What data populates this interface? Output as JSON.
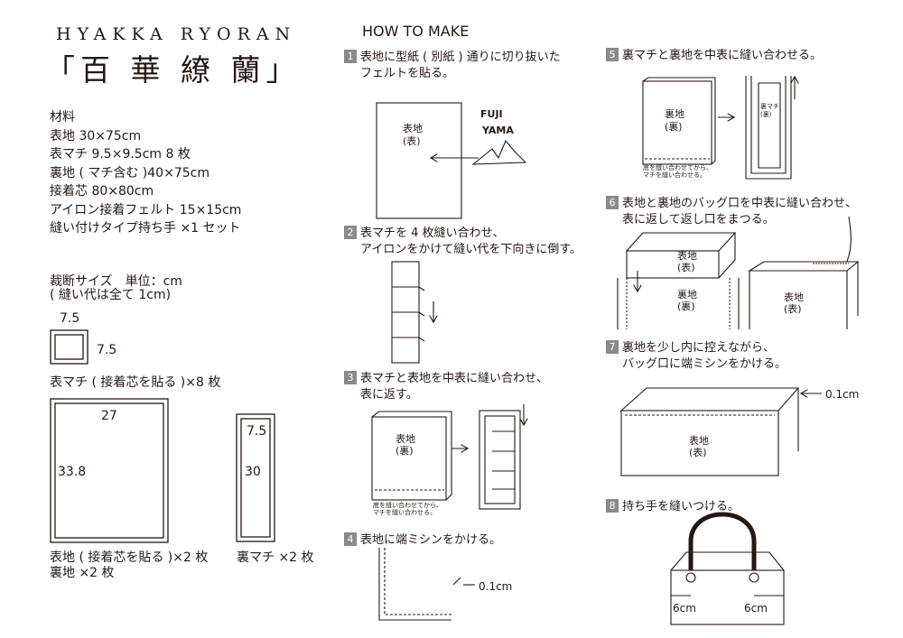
{
  "brand": "HYAKKA RYORAN",
  "title": "「百 華 繚 蘭」",
  "materials": {
    "heading": "材料",
    "items": [
      "表地 30×75cm",
      "表マチ 9.5×9.5cm 8 枚",
      "裏地 ( マチ含む )40×75cm",
      "接着芯 80×80cm",
      "アイロン接着フェルト 15×15cm",
      "縫い付けタイプ持ち手 ×1 セット"
    ]
  },
  "cutting": {
    "heading": "裁断サイズ　単位：cm",
    "note": "( 縫い代は全て 1cm)",
    "small_top": "7.5",
    "small_side": "7.5",
    "small_caption": "表マチ ( 接着芯を貼る )×8 枚",
    "large_width": "27",
    "large_height": "33.8",
    "large_caption_1": "表地 ( 接着芯を貼る )×2 枚",
    "large_caption_2": "裏地 ×2 枚",
    "strip_top": "7.5",
    "strip_height": "30",
    "strip_caption": "裏マチ ×2 枚"
  },
  "howto": "HOW TO MAKE",
  "steps": [
    {
      "num": "1",
      "line1": "表地に型紙 ( 別紙 ) 通りに切り抜いた",
      "line2": "フェルトを貼る。"
    },
    {
      "num": "2",
      "line1": "表マチを 4 枚縫い合わせ、",
      "line2": "アイロンをかけて縫い代を下向きに倒す。"
    },
    {
      "num": "3",
      "line1": "表マチと表地を中表に縫い合わせ、",
      "line2": "表に返す。"
    },
    {
      "num": "4",
      "line1": "表地に端ミシンをかける。",
      "line2": ""
    },
    {
      "num": "5",
      "line1": "裏マチと裏地を中表に縫い合わせる。",
      "line2": ""
    },
    {
      "num": "6",
      "line1": "表地と裏地のバッグ口を中表に縫い合わせ、",
      "line2": "表に返して返し口をまつる。"
    },
    {
      "num": "7",
      "line1": "裏地を少し内に控えながら、",
      "line2": "バッグ口に端ミシンをかける。"
    },
    {
      "num": "8",
      "line1": "持ち手を縫いつける。",
      "line2": ""
    }
  ],
  "diagram": {
    "omote_1": "表地",
    "omote_1b": "(表)",
    "fuji_1": "FUJI",
    "fuji_2": "YAMA",
    "omote_ura": "表地",
    "ura_paren": "(裏)",
    "note_3a": "底を縫い合わせてから、",
    "note_3b": "マチを縫い合わせる。",
    "ura_5": "裏地",
    "ura_5b": "(裏)",
    "uramachi_a": "裏マチ",
    "uramachi_b": "(裏)",
    "note_5a": "底を縫い合わせてから、",
    "note_5b": "マチを縫い合わせる。",
    "s6_omote": "表地",
    "s6_omote_b": "(表)",
    "s6_ura": "裏地",
    "s6_ura_b": "(裏)",
    "s6_right": "表地",
    "s6_right_b": "(表)",
    "s4_margin": "0.1cm",
    "s7_margin": "0.1cm",
    "s7_omote": "表地",
    "s7_omote_b": "(表)",
    "s8_left": "6cm",
    "s8_right": "6cm"
  }
}
